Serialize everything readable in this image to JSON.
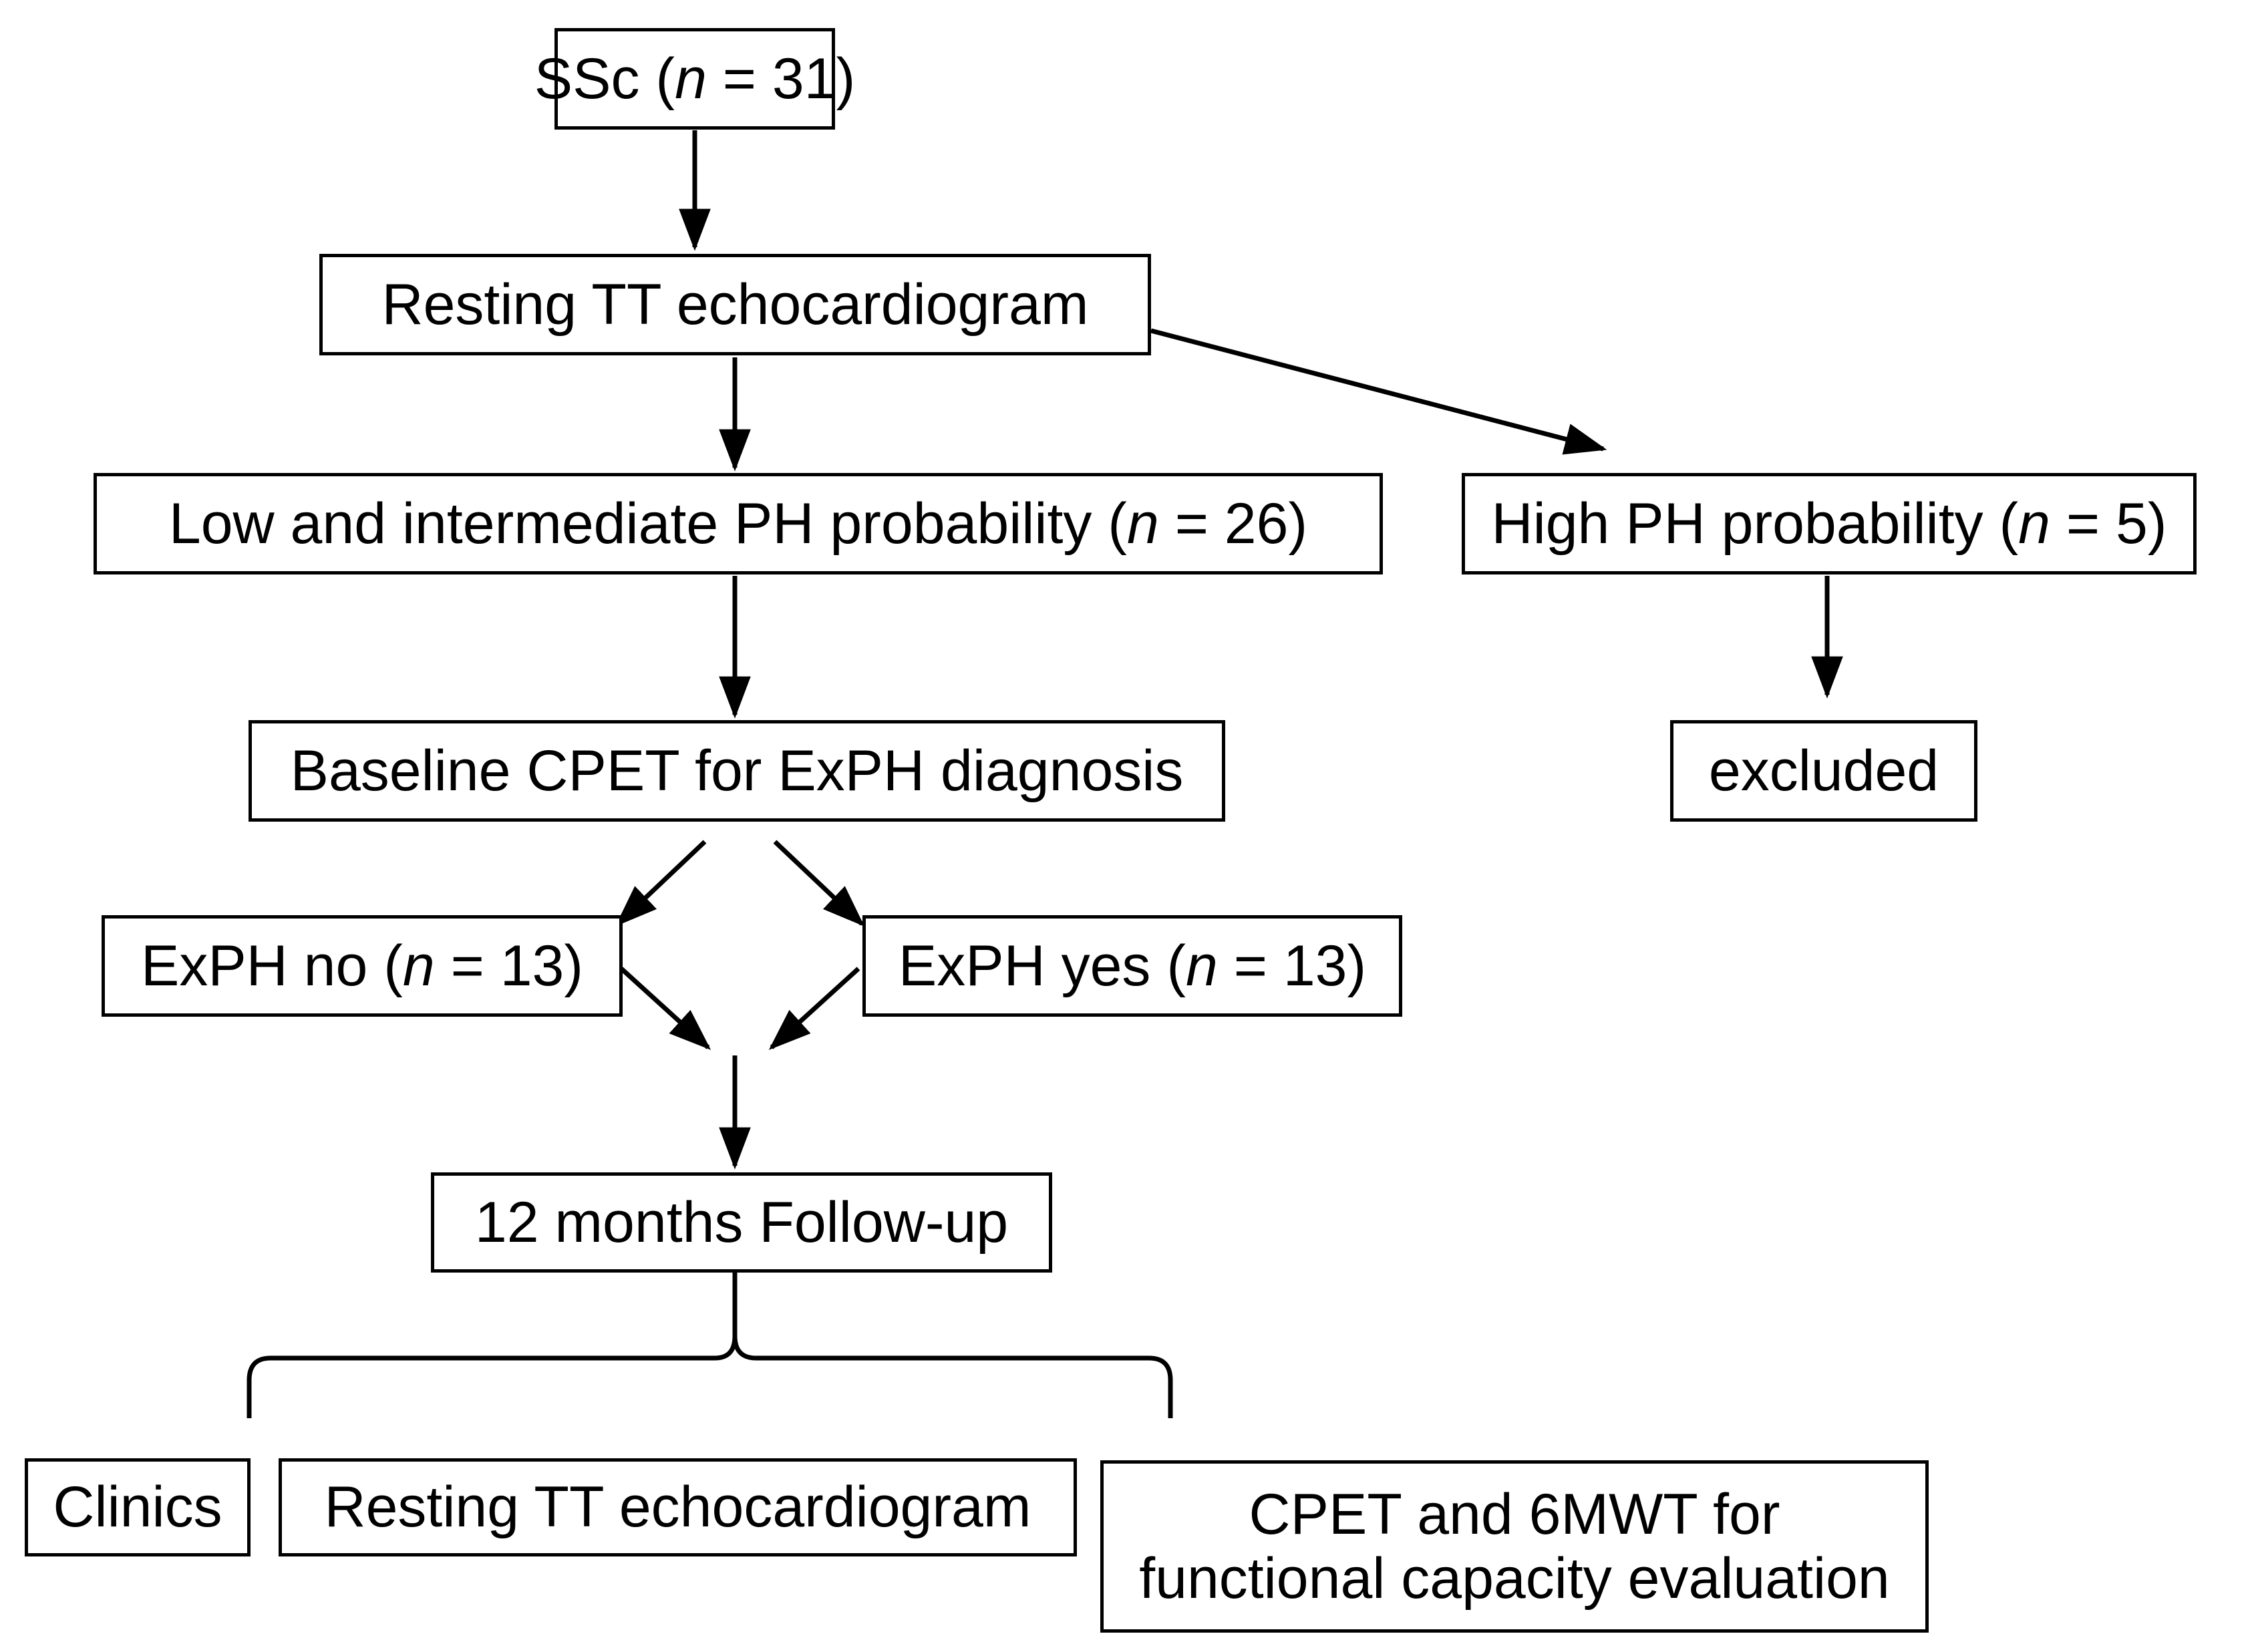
{
  "diagram": {
    "title": "SSc study flow diagram",
    "stroke_color": "#000000",
    "background_color": "#ffffff",
    "nodes": {
      "ssc": {
        "label": "SSc (n = 31)",
        "prefix": "SSc (",
        "var": "n",
        "suffix": " = 31)"
      },
      "resting_echo_top": {
        "label": "Resting TT echocardiogram"
      },
      "low_int_ph": {
        "label": "Low and intermediate PH probability (n = 26)",
        "prefix": "Low and intermediate PH probability (",
        "var": "n",
        "suffix": " = 26)"
      },
      "high_ph": {
        "label": "High PH probability (n = 5)",
        "prefix": "High PH probability (",
        "var": "n",
        "suffix": " = 5)"
      },
      "excluded": {
        "label": "excluded"
      },
      "baseline_cpet": {
        "label": "Baseline CPET for ExPH diagnosis"
      },
      "exph_no": {
        "label": "ExPH no (n = 13)",
        "prefix": "ExPH no (",
        "var": "n",
        "suffix": " = 13)"
      },
      "exph_yes": {
        "label": "ExPH yes (n = 13)",
        "prefix": "ExPH yes (",
        "var": "n",
        "suffix": " = 13)"
      },
      "followup": {
        "label": "12 months Follow-up"
      },
      "clinics": {
        "label": "Clinics"
      },
      "resting_echo_bottom": {
        "label": "Resting TT echocardiogram"
      },
      "cpet_6mwt": {
        "label": "CPET and 6MWT for functional capacity evaluation",
        "line1": "CPET and 6MWT for",
        "line2": "functional capacity evaluation"
      }
    },
    "edges": [
      {
        "name": "ssc-to-resting-echo",
        "type": "arrow-down"
      },
      {
        "name": "resting-echo-to-low-intermediate",
        "type": "arrow-down"
      },
      {
        "name": "resting-echo-to-high-ph",
        "type": "arrow-diagonal"
      },
      {
        "name": "high-ph-to-excluded",
        "type": "arrow-down"
      },
      {
        "name": "low-intermediate-to-baseline-cpet",
        "type": "arrow-down"
      },
      {
        "name": "baseline-cpet-to-exph-no",
        "type": "arrow-diagonal-left"
      },
      {
        "name": "baseline-cpet-to-exph-yes",
        "type": "arrow-diagonal-right"
      },
      {
        "name": "exph-no-to-followup",
        "type": "arrow-diagonal-right"
      },
      {
        "name": "exph-yes-to-followup",
        "type": "arrow-diagonal-left"
      },
      {
        "name": "merge-to-followup",
        "type": "arrow-down"
      },
      {
        "name": "followup-to-bottom-brace",
        "type": "curly-brace"
      }
    ]
  }
}
